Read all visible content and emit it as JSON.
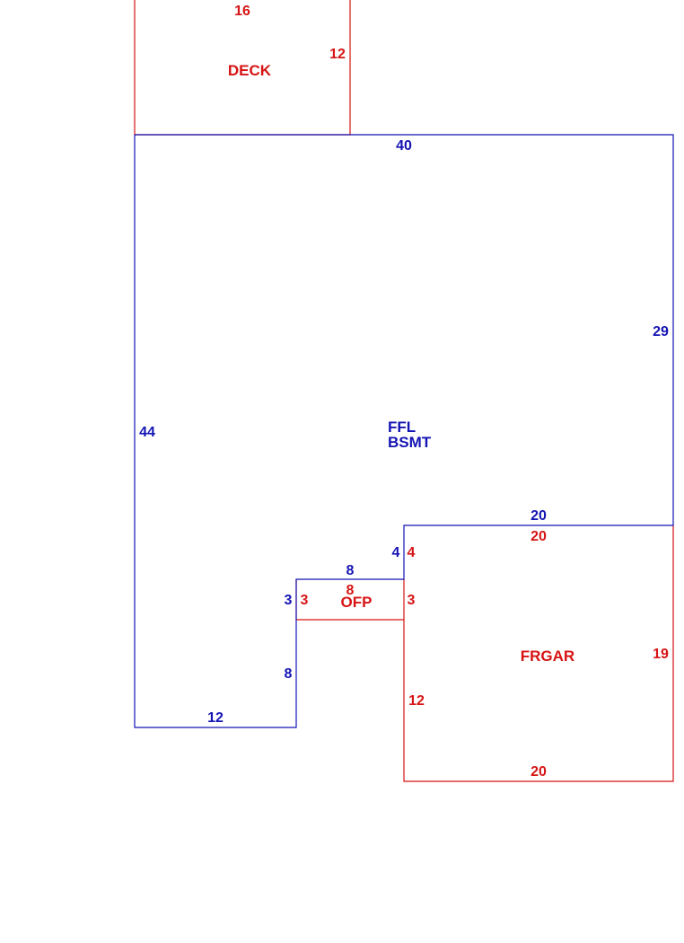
{
  "colors": {
    "main": "#1414b4",
    "addition": "#d71414",
    "background": "#ffffff"
  },
  "deck": {
    "label": "DECK",
    "dim_top": "16",
    "dim_right": "12"
  },
  "main_structure": {
    "label_line1": "FFL",
    "label_line2": "BSMT",
    "dim_top": "40",
    "dim_right": "29",
    "dim_left": "44",
    "dim_garage_top": "20",
    "dim_garage_step": "4",
    "dim_porch_top": "8",
    "dim_porch_side": "3",
    "dim_lower_side": "8",
    "dim_bottom": "12"
  },
  "porch": {
    "label": "OFP",
    "dim_top": "8",
    "dim_left": "3",
    "dim_right": "3"
  },
  "garage": {
    "label": "FRGAR",
    "dim_top": "20",
    "dim_step": "4",
    "dim_right": "19",
    "dim_left": "12",
    "dim_bottom": "20"
  }
}
